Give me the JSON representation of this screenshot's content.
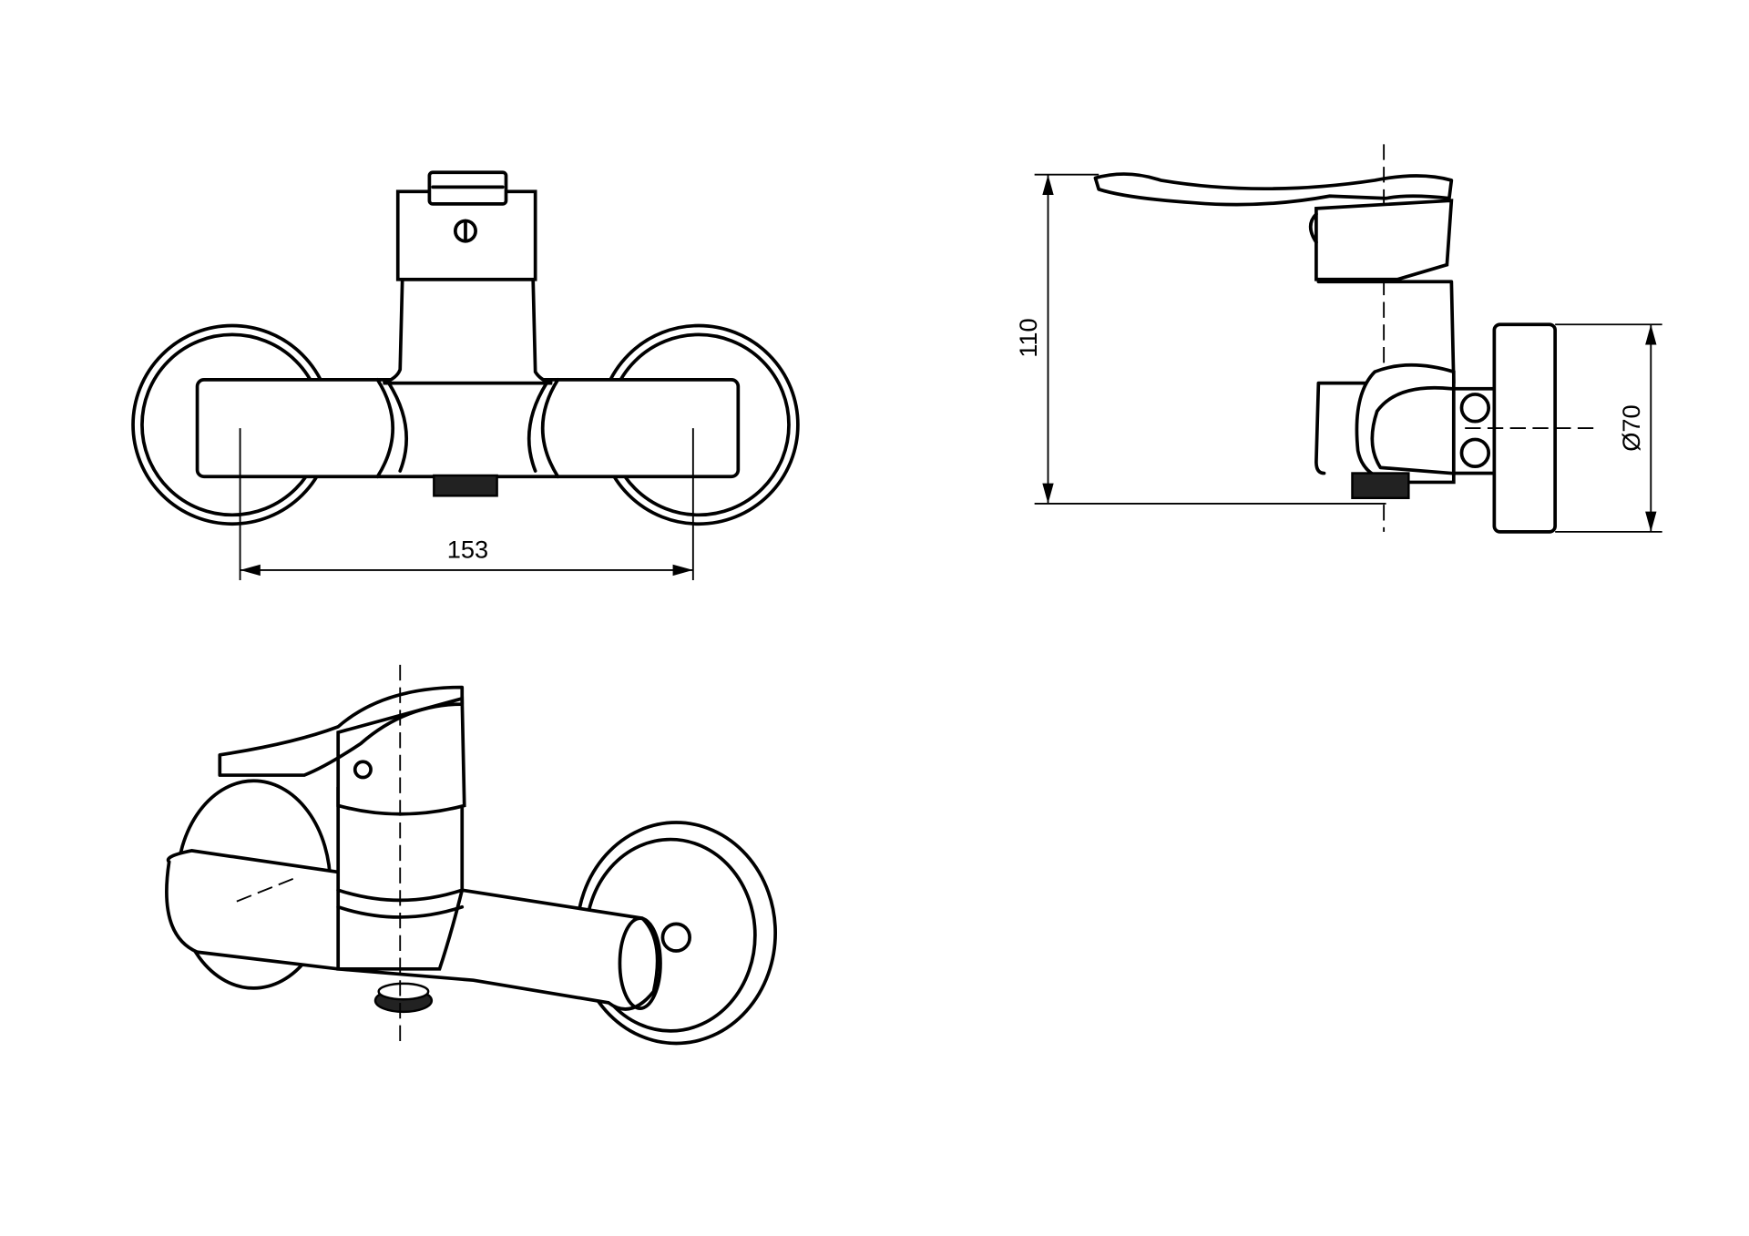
{
  "drawing": {
    "front_view": {
      "width_dimension": "153"
    },
    "side_view": {
      "height_dimension": "110",
      "escutcheon_diameter": "Ø70"
    },
    "colors": {
      "line": "#000000",
      "background": "#ffffff"
    }
  }
}
